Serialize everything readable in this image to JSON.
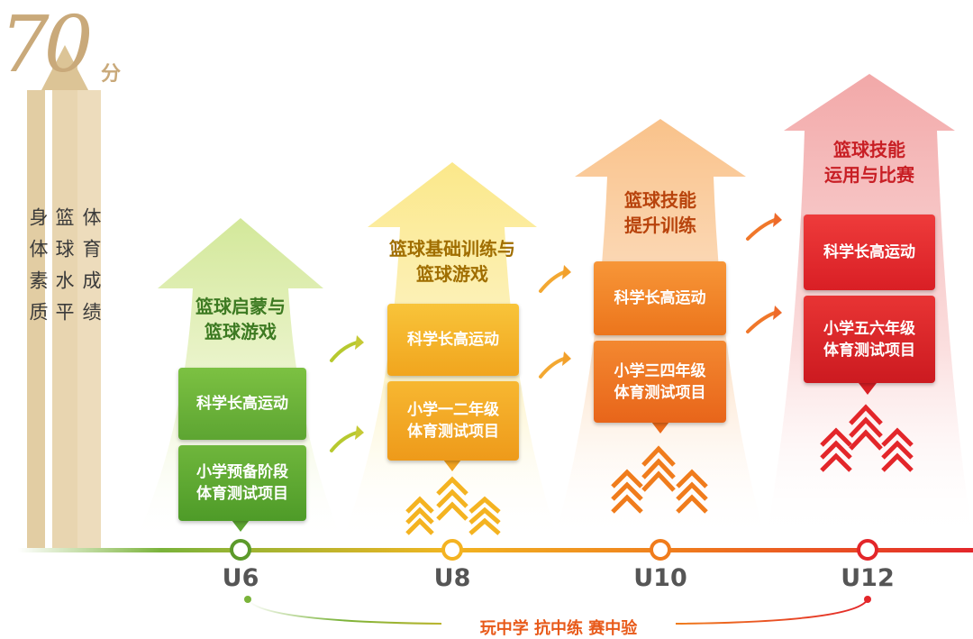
{
  "logo": {
    "number": "70",
    "unit": "分"
  },
  "axis_columns": [
    "身体素质",
    "篮球水平",
    "体育成绩"
  ],
  "stages": [
    {
      "label": "U6",
      "title": "篮球启蒙与\n篮球游戏",
      "box1": "科学长高运动",
      "box2": "小学预备阶段\n体育测试项目",
      "color": "#6db33f"
    },
    {
      "label": "U8",
      "title": "篮球基础训练与\n篮球游戏",
      "box1": "科学长高运动",
      "box2": "小学一二年级\n体育测试项目",
      "color": "#f4b321"
    },
    {
      "label": "U10",
      "title": "篮球技能\n提升训练",
      "box1": "科学长高运动",
      "box2": "小学三四年级\n体育测试项目",
      "color": "#f07c1c"
    },
    {
      "label": "U12",
      "title": "篮球技能\n运用与比赛",
      "box1": "科学长高运动",
      "box2": "小学五六年级\n体育测试项目",
      "color": "#e3262a"
    }
  ],
  "slogan": "玩中学  抗中练  赛中验"
}
